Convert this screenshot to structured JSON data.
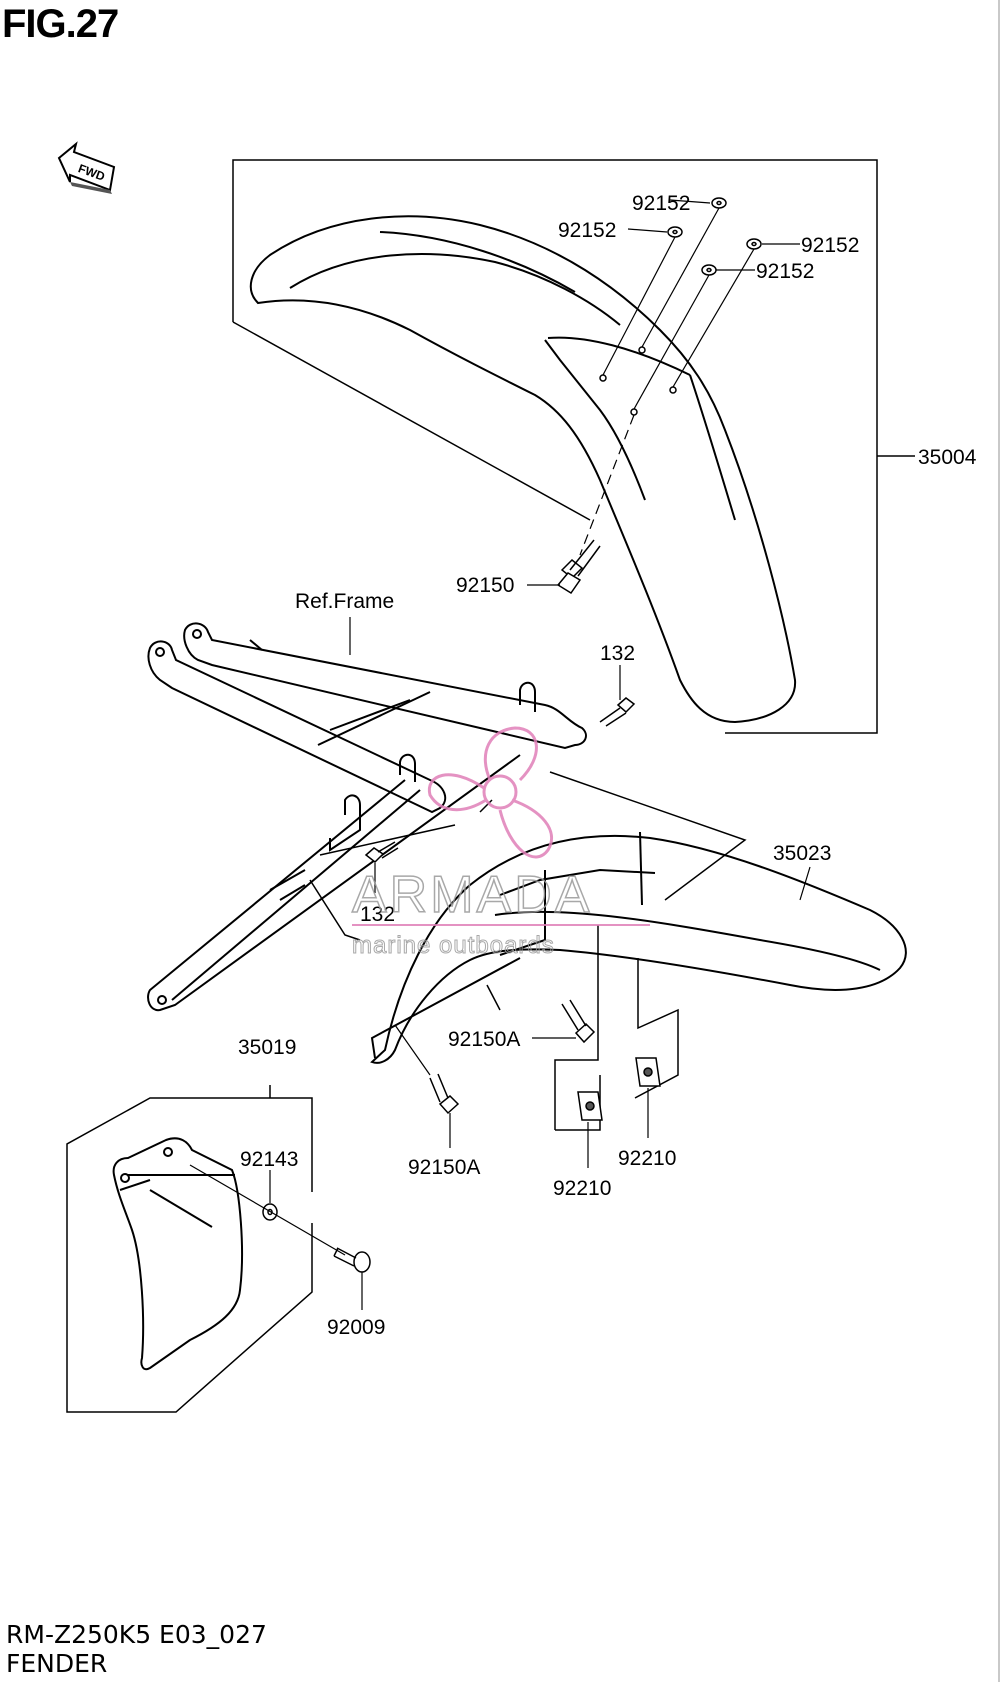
{
  "figure": {
    "title": "FIG.27",
    "code": "RM-Z250K5 E03_027",
    "name": "FENDER"
  },
  "fwd_label": "FWD",
  "watermark": {
    "brand": "ARMADA",
    "tagline": "marine outboards",
    "color": "#e07fb8"
  },
  "callouts": [
    {
      "key": "w1",
      "text": "92152"
    },
    {
      "key": "w2",
      "text": "92152"
    },
    {
      "key": "w3",
      "text": "92152"
    },
    {
      "key": "w4",
      "text": "92152"
    },
    {
      "key": "front_fender",
      "text": "35004"
    },
    {
      "key": "bolt_front",
      "text": "92150"
    },
    {
      "key": "ref_frame",
      "text": "Ref.Frame"
    },
    {
      "key": "bolt_132_a",
      "text": "132"
    },
    {
      "key": "bolt_132_b",
      "text": "132"
    },
    {
      "key": "rear_fender",
      "text": "35023"
    },
    {
      "key": "bolt_a1",
      "text": "92150A"
    },
    {
      "key": "bolt_a2",
      "text": "92150A"
    },
    {
      "key": "nut_1",
      "text": "92210"
    },
    {
      "key": "nut_2",
      "text": "92210"
    },
    {
      "key": "mud_flap",
      "text": "35019"
    },
    {
      "key": "washer",
      "text": "92143"
    },
    {
      "key": "screw",
      "text": "92009"
    }
  ]
}
